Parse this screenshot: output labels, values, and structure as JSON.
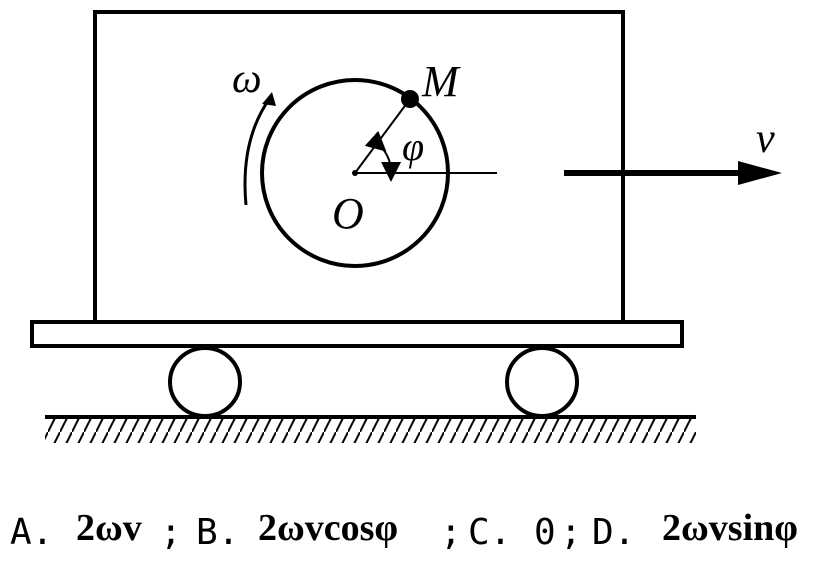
{
  "diagram": {
    "labels": {
      "omega": "ω",
      "point_m": "M",
      "phi": "φ",
      "origin": "O",
      "velocity": "v"
    }
  },
  "options": [
    {
      "letter": "A.",
      "expr": "2ωv",
      "sep": ";"
    },
    {
      "letter": "B.",
      "expr": "2ωvcosφ",
      "sep": ";"
    },
    {
      "letter": "C.",
      "expr": "0",
      "sep": ";"
    },
    {
      "letter": "D.",
      "expr": "2ωvsinφ",
      "sep": ""
    }
  ]
}
